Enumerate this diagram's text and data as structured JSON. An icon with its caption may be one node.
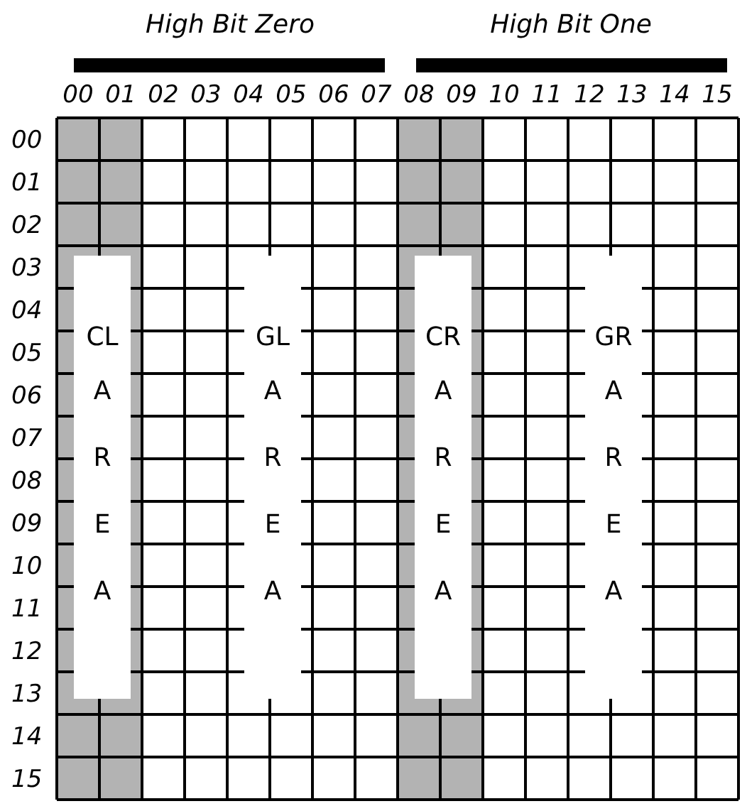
{
  "diagram": {
    "nodes": [
      {
        "text": [
          "CL",
          "AREA"
        ]
      },
      {
        "text": [
          "GL",
          "AREA"
        ]
      },
      {
        "text": [
          "CR",
          "AREA"
        ]
      },
      {
        "text": [
          "GR",
          "AREA"
        ]
      }
    ],
    "edges": [],
    "labels": [
      "High Bit Zero",
      "High Bit One",
      "00",
      "01",
      "02",
      "03",
      "04",
      "05",
      "06",
      "07",
      "08",
      "09",
      "10",
      "11",
      "12",
      "13",
      "14",
      "15",
      "00",
      "01",
      "02",
      "03",
      "04",
      "05",
      "06",
      "07",
      "08",
      "09",
      "10",
      "11",
      "12",
      "13",
      "14",
      "15"
    ]
  }
}
